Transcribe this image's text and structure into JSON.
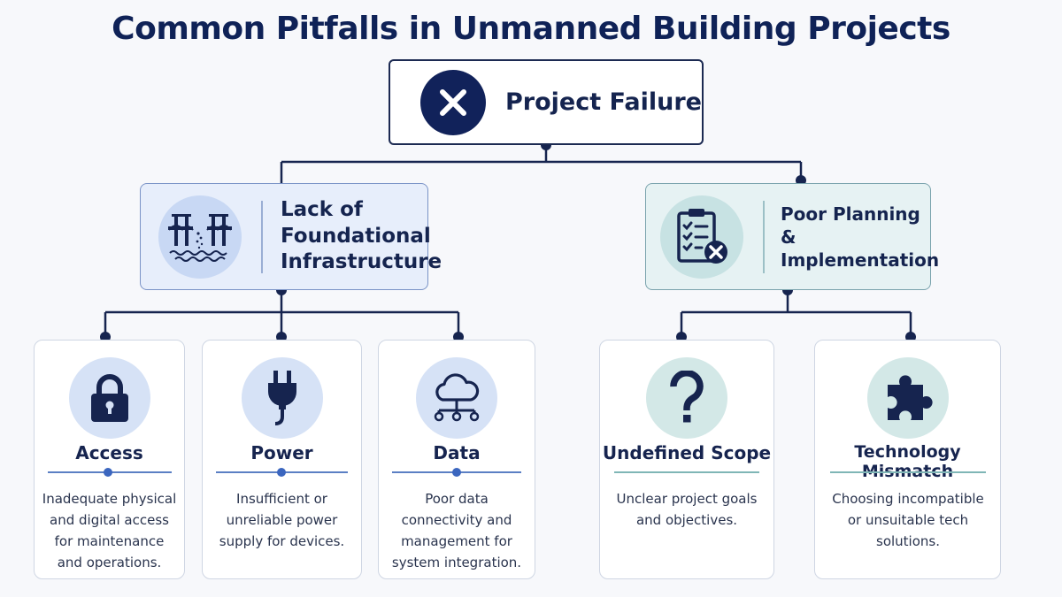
{
  "title": "Common Pitfalls in Unmanned Building Projects",
  "root": {
    "label": "Project Failure",
    "icon": "close-x-icon"
  },
  "categories": [
    {
      "label": "Lack of Foundational Infrastructure",
      "icon": "broken-bridge-icon"
    },
    {
      "label": "Poor Planning & Implementation",
      "icon": "checklist-fail-icon"
    }
  ],
  "cards": [
    {
      "title": "Access",
      "desc": "Inadequate physical and digital access for maintenance and operations.",
      "icon": "padlock-icon"
    },
    {
      "title": "Power",
      "desc": "Insufficient or unreliable power supply for devices.",
      "icon": "power-plug-icon"
    },
    {
      "title": "Data",
      "desc": "Poor data connectivity and management for system integration.",
      "icon": "cloud-network-icon"
    },
    {
      "title": "Undefined Scope",
      "desc": "Unclear project goals and objectives.",
      "icon": "question-mark-icon"
    },
    {
      "title": "Technology Mismatch",
      "desc": "Choosing incompatible or unsuitable tech solutions.",
      "icon": "puzzle-piece-icon"
    }
  ],
  "colors": {
    "navy": "#11225a",
    "blue_fill": "#e7eefb",
    "teal_fill": "#e6f2f3",
    "accent_blue": "#3b66bf",
    "accent_teal": "#7fb6b6"
  }
}
